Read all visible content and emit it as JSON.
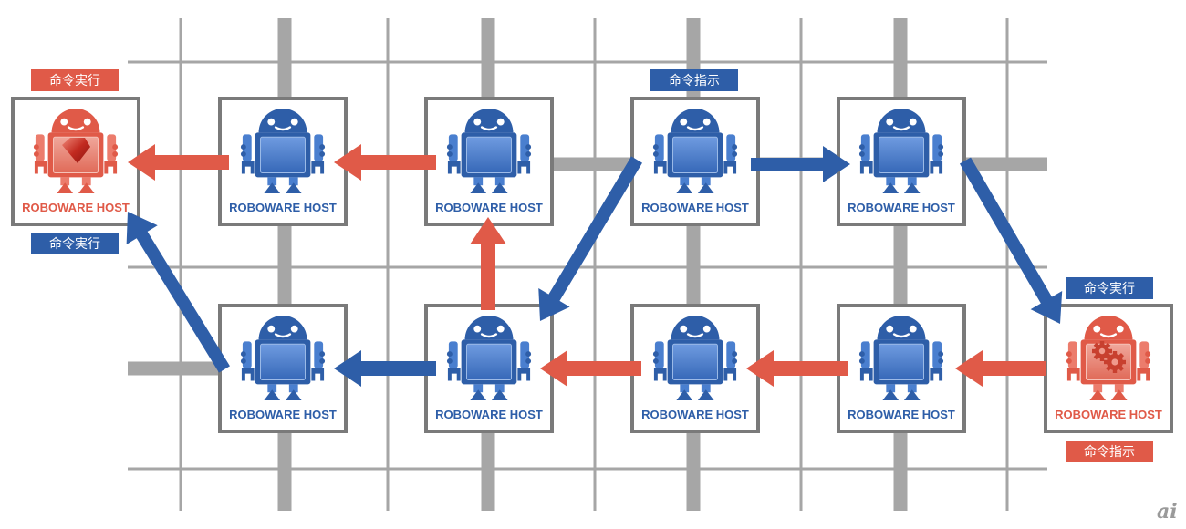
{
  "colors": {
    "blue": "#2e5ea8",
    "blue_light": "#4a7fcf",
    "red": "#e05a48",
    "red_light": "#ec7c6c",
    "grid": "#a6a6a6",
    "box_border": "#7a7a7a"
  },
  "hosts": [
    {
      "id": "top-1",
      "label": "ROBOWARE HOST",
      "variant": "red-ruby"
    },
    {
      "id": "top-2",
      "label": "ROBOWARE HOST",
      "variant": "blue"
    },
    {
      "id": "top-3",
      "label": "ROBOWARE HOST",
      "variant": "blue"
    },
    {
      "id": "top-4",
      "label": "ROBOWARE HOST",
      "variant": "blue"
    },
    {
      "id": "top-5",
      "label": "ROBOWARE HOST",
      "variant": "blue"
    },
    {
      "id": "bottom-1",
      "label": "ROBOWARE HOST",
      "variant": "blue"
    },
    {
      "id": "bottom-2",
      "label": "ROBOWARE HOST",
      "variant": "blue"
    },
    {
      "id": "bottom-3",
      "label": "ROBOWARE HOST",
      "variant": "blue"
    },
    {
      "id": "bottom-4",
      "label": "ROBOWARE HOST",
      "variant": "blue"
    },
    {
      "id": "bottom-5",
      "label": "ROBOWARE HOST",
      "variant": "red-gear"
    }
  ],
  "tags": [
    {
      "text": "命令実行",
      "color": "red",
      "attached_to": "top-1",
      "position": "above"
    },
    {
      "text": "命令実行",
      "color": "blue",
      "attached_to": "top-1",
      "position": "below"
    },
    {
      "text": "命令指示",
      "color": "blue",
      "attached_to": "top-4",
      "position": "above"
    },
    {
      "text": "命令実行",
      "color": "blue",
      "attached_to": "bottom-5",
      "position": "above"
    },
    {
      "text": "命令指示",
      "color": "red",
      "attached_to": "bottom-5",
      "position": "below"
    }
  ],
  "flows": {
    "red": [
      "bottom-5",
      "bottom-4",
      "bottom-3",
      "bottom-2",
      "top-3",
      "top-2",
      "top-1"
    ],
    "blue": [
      "top-4",
      "top-5",
      "bottom-5",
      "top-4",
      "bottom-2",
      "bottom-1",
      "top-1"
    ]
  },
  "watermark": "ai"
}
